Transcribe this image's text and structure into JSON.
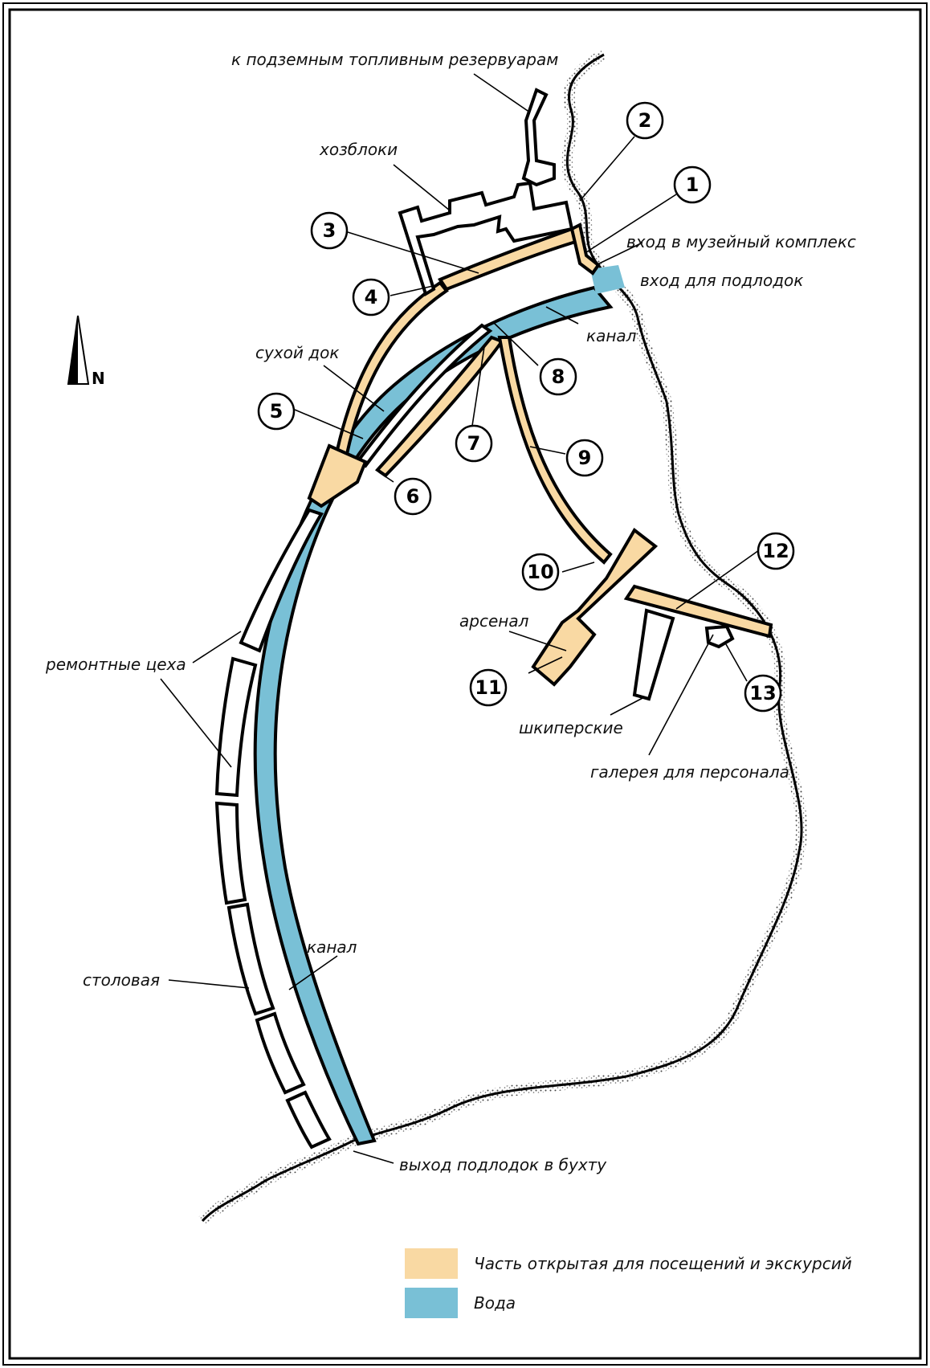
{
  "colors": {
    "open_area": "#f9d9a3",
    "water": "#79c0d6",
    "outline": "#000000",
    "background": "#ffffff"
  },
  "north_arrow": {
    "label": "N"
  },
  "labels": {
    "fuel_tanks": "к подземным топливным резервуарам",
    "utility_blocks": "хозблоки",
    "museum_entrance": "вход в музейный комплекс",
    "submarine_entrance": "вход для подлодок",
    "canal_upper": "канал",
    "dry_dock": "сухой док",
    "arsenal": "арсенал",
    "repair_shops": "ремонтные цеха",
    "skipper_rooms": "шкиперские",
    "staff_gallery": "галерея для персонала",
    "canal_lower": "канал",
    "canteen": "столовая",
    "bay_exit": "выход подлодок в бухту"
  },
  "markers": [
    "1",
    "2",
    "3",
    "4",
    "5",
    "6",
    "7",
    "8",
    "9",
    "10",
    "11",
    "12",
    "13"
  ],
  "legend": [
    {
      "label": "Часть открытая для посещений и экскурсий",
      "color": "#f9d9a3"
    },
    {
      "label": "Вода",
      "color": "#79c0d6"
    }
  ]
}
